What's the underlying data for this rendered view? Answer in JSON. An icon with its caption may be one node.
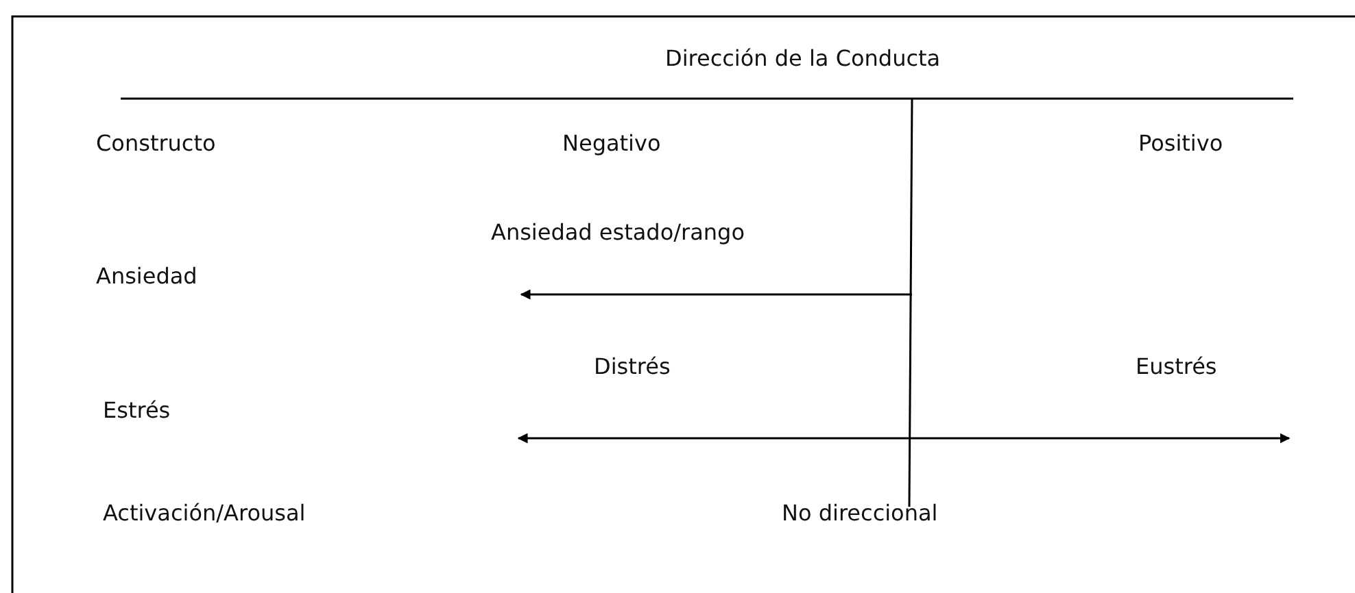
{
  "diagram": {
    "labels": [
      "Dirección de la Conducta",
      "Constructo",
      "Negativo",
      "Positivo",
      "Ansiedad estado/rango",
      "Ansiedad",
      "Distrés",
      "Eustrés",
      "Estrés",
      "Activación/Arousal",
      "No direccional"
    ]
  }
}
